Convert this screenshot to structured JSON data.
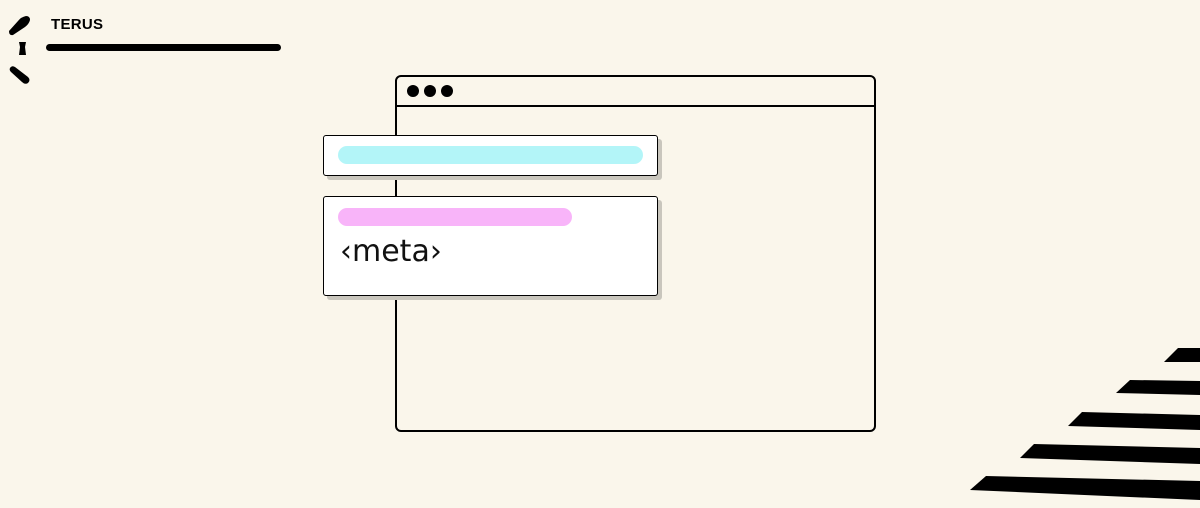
{
  "brand": {
    "name": "TERUS",
    "logo_icon": "terus-logo-icon"
  },
  "illustration": {
    "browser_window": {
      "dots": 3
    },
    "tag_text": "‹meta›",
    "colors": {
      "background": "#faf6eb",
      "cyan_pill": "#b3f5f8",
      "pink_pill": "#f8b4f9",
      "outline": "#000000"
    },
    "decoration": "diagonal-stripes"
  }
}
